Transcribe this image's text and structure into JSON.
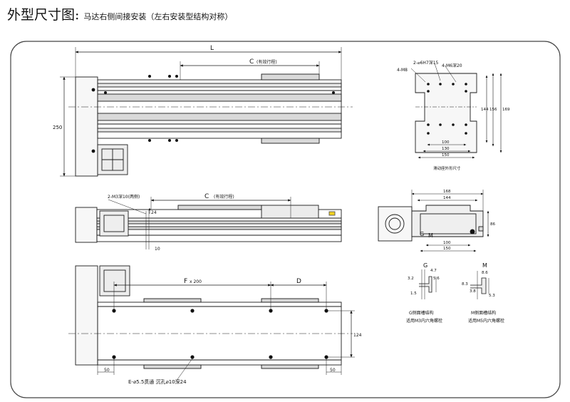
{
  "header": {
    "title": "外型尺寸图:",
    "subtitle": "马达右侧间接安装（左右安装型结构对称）"
  },
  "top_view": {
    "dim_L": "L",
    "dim_C": "C",
    "dim_C_note": "(有效行程)",
    "dim_250": "250"
  },
  "side_view": {
    "note_m3": "2-M3深10(两侧)",
    "dim_24": "24",
    "dim_10": "10",
    "dim_C": "C",
    "dim_C_note": "(有效行程)"
  },
  "bottom_view": {
    "dim_F": "F",
    "dim_F_mult": "x 200",
    "dim_D": "D",
    "dim_124": "124",
    "dim_50_left": "50",
    "dim_50_right": "50",
    "note_holes": "E-⌀5.5贯通 沉孔⌀10深24"
  },
  "carriage_view": {
    "note_m8": "4-M8",
    "note_phi6": "2-⌀6H7深15",
    "note_m6": "4-M6深20",
    "dim_144": "144",
    "dim_156": "156",
    "dim_169": "169",
    "dim_100": "100",
    "dim_130": "130",
    "dim_150": "150",
    "caption": "滑动座外形尺寸"
  },
  "end_view": {
    "dim_168": "168",
    "dim_144": "144",
    "dim_86": "86",
    "dim_100": "100",
    "dim_150": "150",
    "label_G": "G",
    "label_M": "M"
  },
  "slot_G": {
    "label": "G",
    "dim_4_7": "4.7",
    "dim_3_2": "3.2",
    "dim_5_6": "5.6",
    "dim_1_5": "1.5",
    "caption1": "G侧面槽结构",
    "caption2": "适用M3内六角螺栓"
  },
  "slot_M": {
    "label": "M",
    "dim_8_6": "8.6",
    "dim_8_3": "8.3",
    "dim_3_8": "3.8",
    "dim_5_3": "5.3",
    "caption1": "M侧面槽结构",
    "caption2": "适用M5内六角螺栓"
  },
  "colors": {
    "line": "#1a1a1a",
    "rail_fill": "#d9d9d9",
    "frame": "#444444"
  }
}
